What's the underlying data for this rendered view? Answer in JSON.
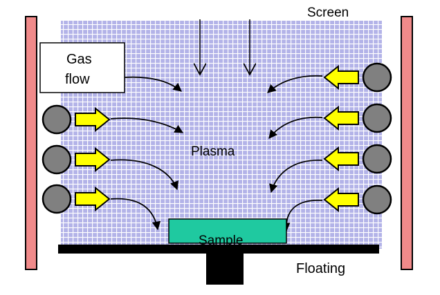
{
  "labels": {
    "screen": "Screen",
    "gas_flow_line1": "Gas",
    "gas_flow_line2": "flow",
    "plasma": "Plasma",
    "sample": "Sample",
    "floating": "Floating"
  },
  "colors": {
    "mesh_background": "#b3b3e8",
    "mesh_lines": "#ffffff",
    "side_plate": "#f08a8a",
    "sample": "#1fc9a0",
    "arrow_fill": "#ffff00",
    "emitter": "#808080",
    "stage": "#000000"
  },
  "icons": {
    "emitter": "gray-circle",
    "push_arrow": "yellow-block-arrow",
    "flow_arrow": "curved-black-arrow"
  }
}
